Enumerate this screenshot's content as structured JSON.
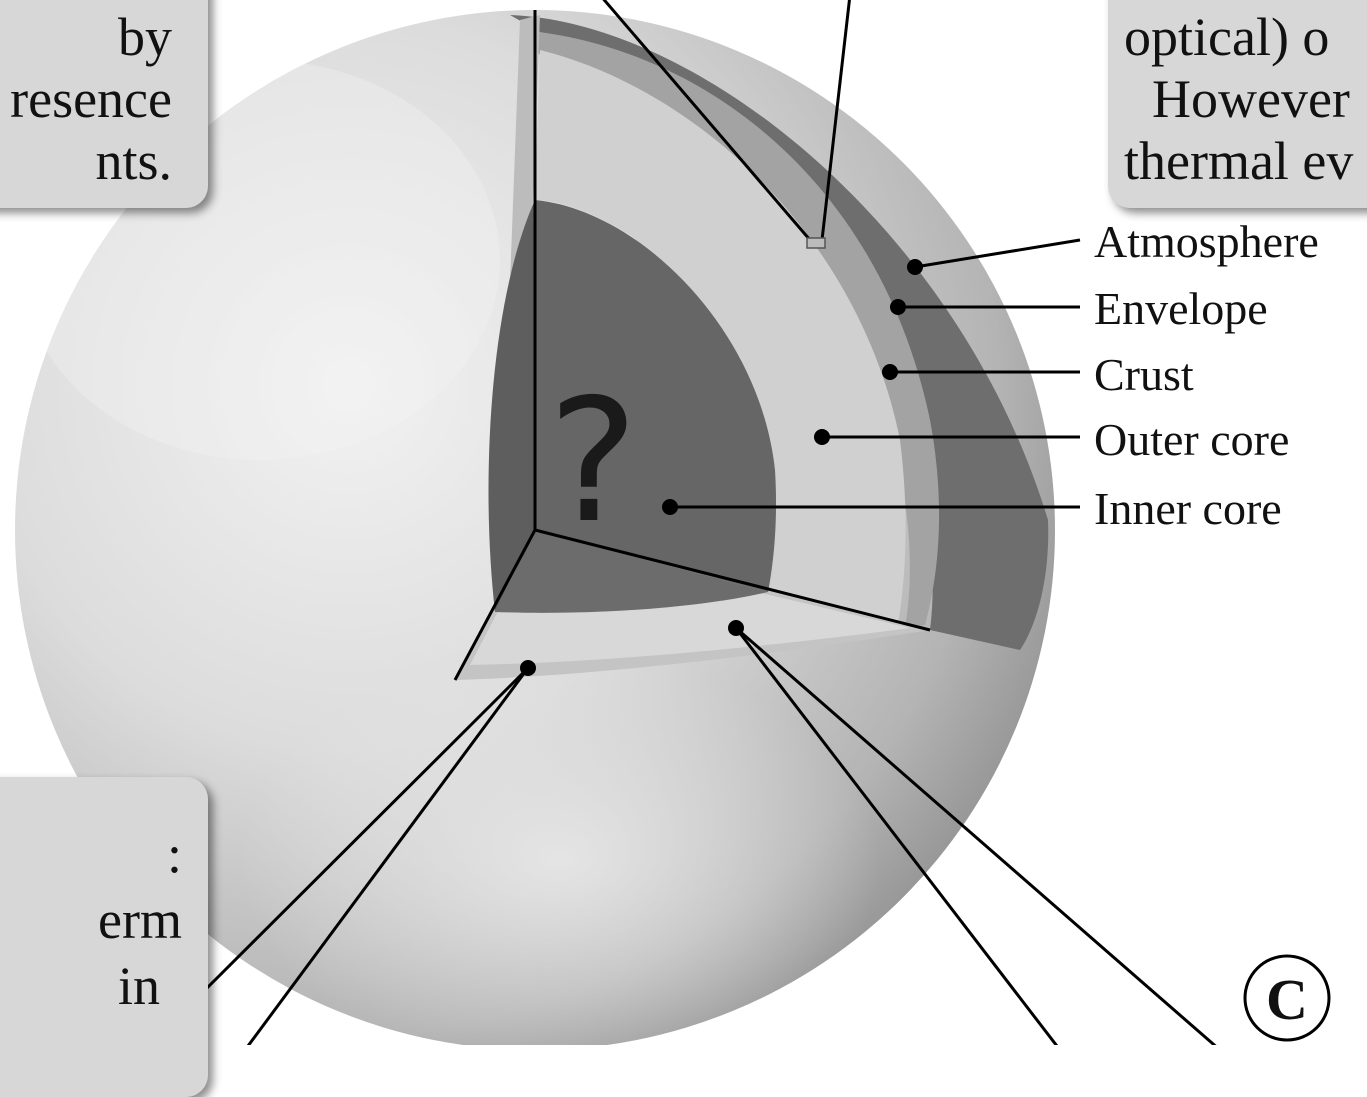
{
  "callouts": {
    "top_left": {
      "lines": [
        "by",
        "resence",
        "nts."
      ]
    },
    "top_right": {
      "lines": [
        "optical) o",
        "However",
        "thermal ev"
      ]
    },
    "bottom_left": {
      "lines": [
        ":",
        "erm",
        "in"
      ]
    }
  },
  "layers": [
    {
      "id": "atmosphere",
      "label": "Atmosphere"
    },
    {
      "id": "envelope",
      "label": "Envelope"
    },
    {
      "id": "crust",
      "label": "Crust"
    },
    {
      "id": "outer-core",
      "label": "Outer core"
    },
    {
      "id": "inner-core",
      "label": "Inner core"
    }
  ],
  "center_mark": "?",
  "badge": "C",
  "colors": {
    "callout_bg": "#d7d7d7",
    "sphere_light": "#e6e6e6",
    "sphere_dark": "#8a8a8a",
    "atmosphere": "#6e6e6e",
    "envelope": "#a6a6a6",
    "crust": "#c9c9c9",
    "outer_core": "#cfcfcf",
    "inner_core": "#666666",
    "line": "#000000"
  }
}
